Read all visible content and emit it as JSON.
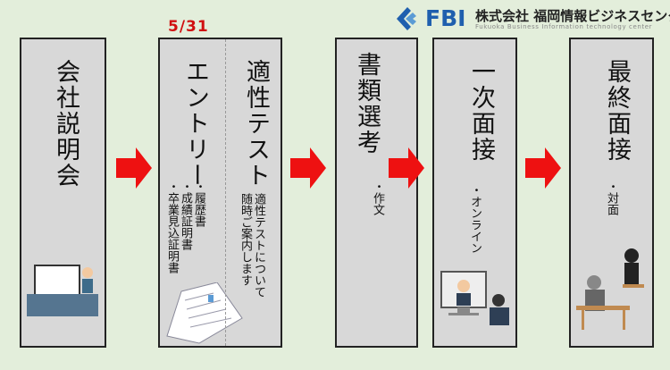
{
  "header": {
    "logo_text": "FBI",
    "company_name": "株式会社 福岡情報ビジネスセンター",
    "company_subtitle": "Fukuoka Business Information technology center"
  },
  "entry_date": "5/31",
  "steps": [
    {
      "title": "会社説明会"
    },
    {
      "title": "エントリー",
      "items": [
        "・履歴書",
        "・成績証明書",
        "・卒業見込証明書"
      ]
    },
    {
      "title": "適性テスト",
      "note_lines": [
        "適性テストについて",
        "随時ご案内します"
      ]
    },
    {
      "title": "書類選考",
      "items": [
        "・作文"
      ]
    },
    {
      "title": "一次面接",
      "items": [
        "・オンライン"
      ]
    },
    {
      "title": "最終面接",
      "items": [
        "・対面"
      ]
    }
  ],
  "colors": {
    "background": "#e3eedb",
    "box": "#d8d8d8",
    "arrow": "#ee1111",
    "date": "#d01010",
    "logo_blue": "#1f5fae"
  }
}
